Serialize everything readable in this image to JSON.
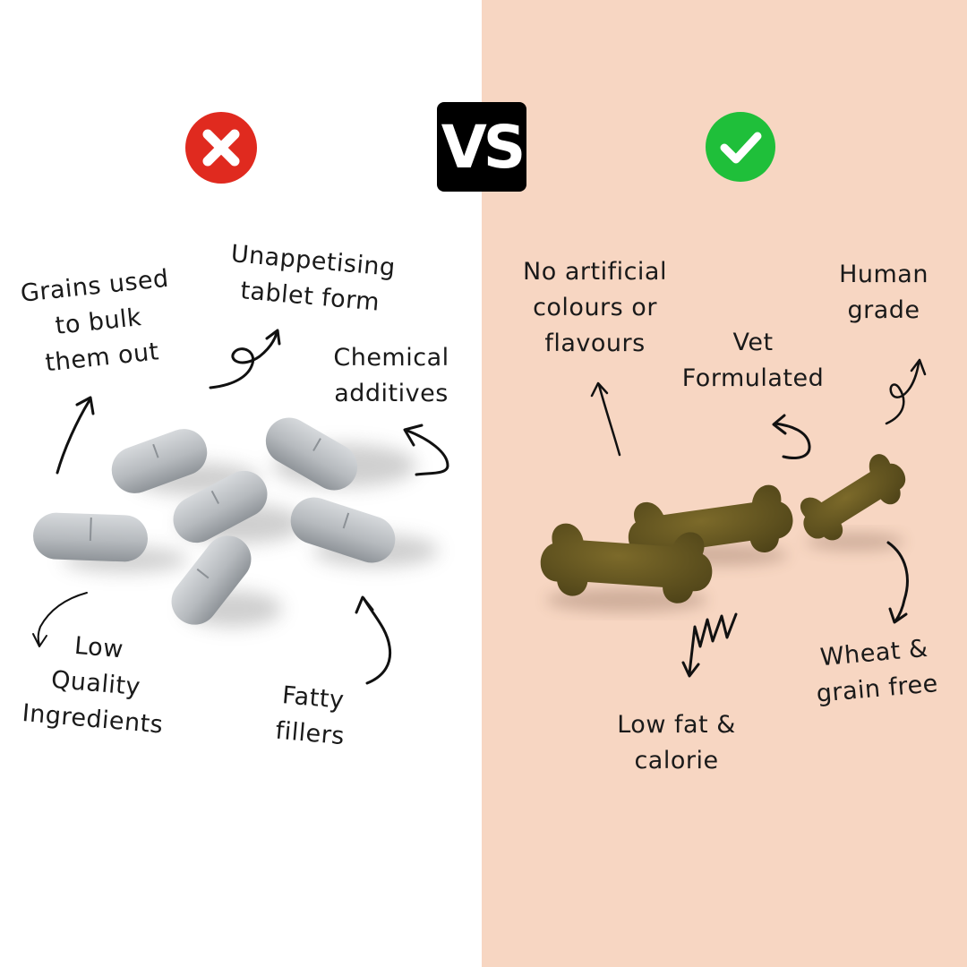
{
  "colors": {
    "left_bg": "#ffffff",
    "right_bg": "#f7d6c2",
    "cross": "#e02a1f",
    "check": "#1fbf3a",
    "vs_bg": "#000000",
    "pill": "#b9bdc1",
    "treat": "#6b5a22"
  },
  "vs": {
    "text": "VS"
  },
  "left": {
    "status_icon": "cross-icon",
    "labels": {
      "grains": "Grains used\nto bulk\nthem out",
      "tablet": "Unappetising\ntablet form",
      "chemical": "Chemical\nadditives",
      "low_quality": "Low\nQuality\nIngredients",
      "fatty": "Fatty\nfillers"
    }
  },
  "right": {
    "status_icon": "check-icon",
    "labels": {
      "no_artificial": "No artificial\ncolours or\nflavours",
      "human_grade": "Human\ngrade",
      "vet": "Vet\nFormulated",
      "low_fat": "Low fat &\ncalorie",
      "wheat": "Wheat &\ngrain free"
    }
  }
}
